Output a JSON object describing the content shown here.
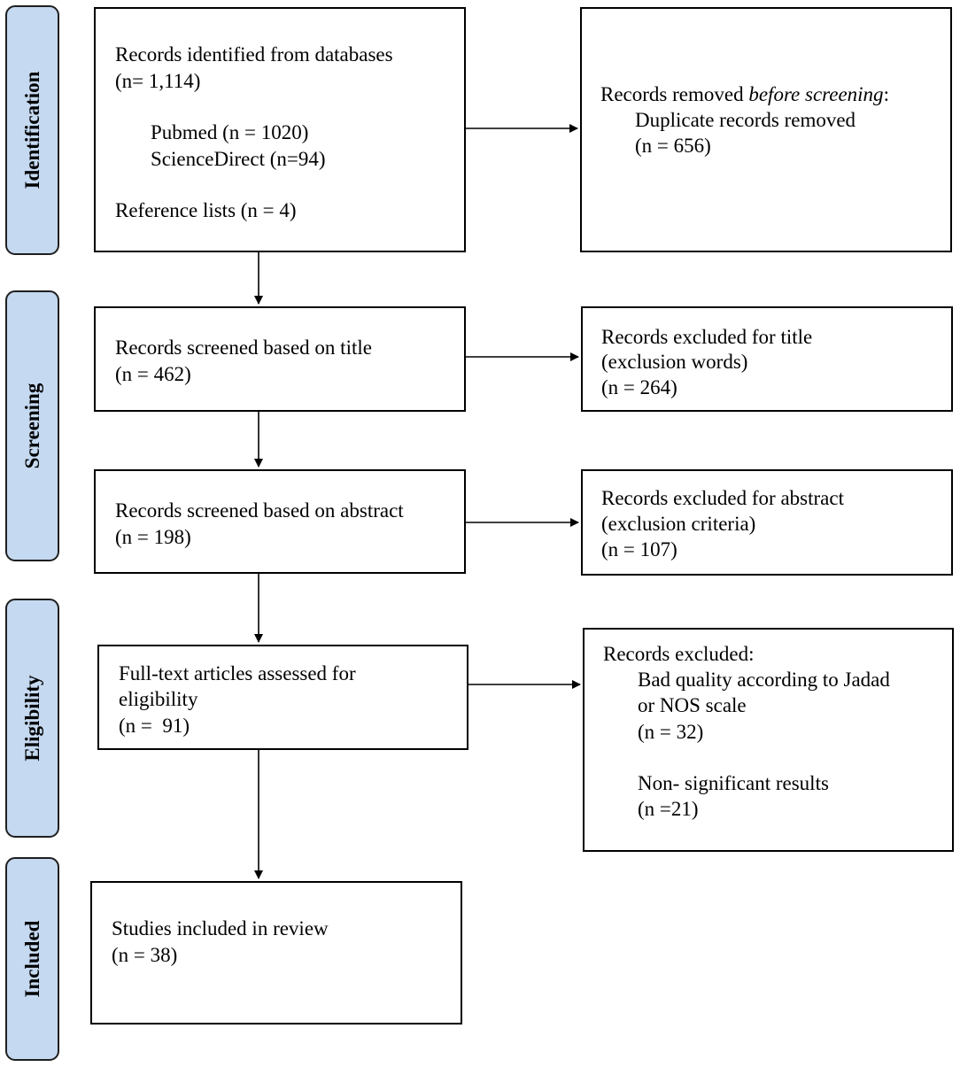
{
  "phases": [
    {
      "label": "Identification"
    },
    {
      "label": "Screening"
    },
    {
      "label": "Eligibility"
    },
    {
      "label": "Included"
    }
  ],
  "boxes": {
    "identified": {
      "line1": "Records identified from databases",
      "line2": "(n= 1,114)",
      "pubmed": "Pubmed (n = 1020)",
      "sciencedirect": "ScienceDirect (n=94)",
      "reference": "Reference lists (n = 4)"
    },
    "removed": {
      "prefix": "Records removed ",
      "emphasis": "before screening",
      "suffix": ":",
      "item": "Duplicate records removed",
      "count": "(n = 656)"
    },
    "screened_title": {
      "line1": "Records screened based on title",
      "line2": "(n = 462)"
    },
    "excluded_title": {
      "line1": "Records excluded for title",
      "line2": "(exclusion words)",
      "line3": "(n = 264)"
    },
    "screened_abstract": {
      "line1": "Records screened based on abstract",
      "line2": "(n = 198)"
    },
    "excluded_abstract": {
      "line1": "Records excluded for abstract",
      "line2": "(exclusion criteria)",
      "line3": "(n = 107)"
    },
    "fulltext": {
      "line1": "Full-text articles assessed for",
      "line2": "eligibility",
      "line3": "(n =  91)"
    },
    "excluded_fulltext": {
      "line1": "Records excluded:",
      "reason1a": "Bad quality according to Jadad",
      "reason1b": "or NOS scale",
      "reason1n": "(n = 32)",
      "reason2a": "Non- significant results",
      "reason2n": "(n =21)"
    },
    "included": {
      "line1": "Studies included in review",
      "line2": "(n = 38)"
    }
  }
}
